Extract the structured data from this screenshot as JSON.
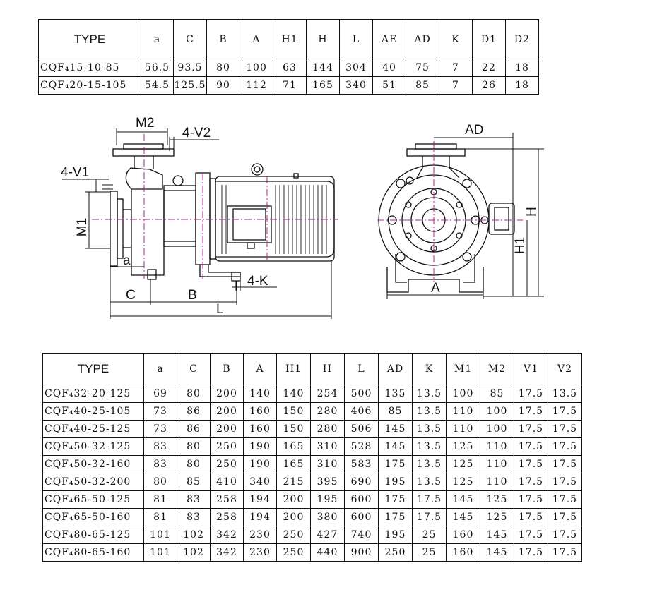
{
  "top_table": {
    "headers": [
      "TYPE",
      "a",
      "C",
      "B",
      "A",
      "H1",
      "H",
      "L",
      "AE",
      "AD",
      "K",
      "D1",
      "D2"
    ],
    "rows": [
      [
        "CQF₄15-10-85",
        "56.5",
        "93.5",
        "80",
        "100",
        "63",
        "144",
        "304",
        "40",
        "75",
        "7",
        "22",
        "18"
      ],
      [
        "CQF₄20-15-105",
        "54.5",
        "125.5",
        "90",
        "112",
        "71",
        "165",
        "340",
        "51",
        "85",
        "7",
        "26",
        "18"
      ]
    ]
  },
  "drawing_labels": {
    "m2": "M2",
    "v2": "4-V2",
    "v1": "4-V1",
    "m1": "M1",
    "a": "a",
    "c": "C",
    "b": "B",
    "l": "L",
    "k": "4-K",
    "ad": "AD",
    "h": "H",
    "h1": "H1",
    "a_front": "A"
  },
  "bottom_table": {
    "headers": [
      "TYPE",
      "a",
      "C",
      "B",
      "A",
      "H1",
      "H",
      "L",
      "AD",
      "K",
      "M1",
      "M2",
      "V1",
      "V2"
    ],
    "rows": [
      [
        "CQF₄32-20-125",
        "69",
        "80",
        "200",
        "140",
        "140",
        "254",
        "500",
        "135",
        "13.5",
        "100",
        "85",
        "17.5",
        "13.5"
      ],
      [
        "CQF₄40-25-105",
        "73",
        "86",
        "200",
        "160",
        "150",
        "280",
        "406",
        "85",
        "13.5",
        "110",
        "100",
        "17.5",
        "17.5"
      ],
      [
        "CQF₄40-25-125",
        "73",
        "86",
        "200",
        "160",
        "150",
        "280",
        "506",
        "145",
        "13.5",
        "110",
        "100",
        "17.5",
        "17.5"
      ],
      [
        "CQF₄50-32-125",
        "83",
        "80",
        "250",
        "190",
        "165",
        "310",
        "528",
        "145",
        "13.5",
        "125",
        "110",
        "17.5",
        "17.5"
      ],
      [
        "CQF₄50-32-160",
        "83",
        "80",
        "250",
        "190",
        "165",
        "310",
        "583",
        "175",
        "13.5",
        "125",
        "110",
        "17.5",
        "17.5"
      ],
      [
        "CQF₄50-32-200",
        "80",
        "85",
        "410",
        "340",
        "215",
        "395",
        "690",
        "195",
        "13.5",
        "125",
        "110",
        "17.5",
        "17.5"
      ],
      [
        "CQF₄65-50-125",
        "81",
        "83",
        "258",
        "194",
        "200",
        "195",
        "600",
        "175",
        "17.5",
        "145",
        "125",
        "17.5",
        "17.5"
      ],
      [
        "CQF₄65-50-160",
        "81",
        "83",
        "258",
        "194",
        "200",
        "380",
        "600",
        "175",
        "17.5",
        "145",
        "125",
        "17.5",
        "17.5"
      ],
      [
        "CQF₄80-65-125",
        "101",
        "102",
        "342",
        "230",
        "250",
        "427",
        "740",
        "195",
        "25",
        "160",
        "145",
        "17.5",
        "17.5"
      ],
      [
        "CQF₄80-65-160",
        "101",
        "102",
        "342",
        "230",
        "250",
        "440",
        "900",
        "250",
        "25",
        "160",
        "145",
        "17.5",
        "17.5"
      ]
    ]
  },
  "colors": {
    "line": "#111111",
    "centerline": "#b0208e",
    "accent": "#c03aa8"
  }
}
